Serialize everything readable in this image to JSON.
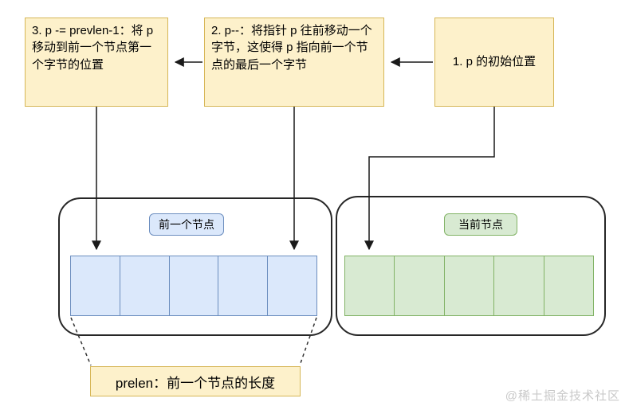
{
  "colors": {
    "note_fill": "#fdf1cb",
    "note_border": "#d6b656",
    "blue_fill": "#dbe8fb",
    "blue_border": "#6c8ebf",
    "green_fill": "#d8ead2",
    "green_border": "#82b366",
    "line": "#1a1a1a",
    "watermark": "#c9c9c9"
  },
  "steps": [
    {
      "id": "step-3",
      "text": "3. p -= prevlen-1：将 p 移动到前一个节点第一个字节的位置"
    },
    {
      "id": "step-2",
      "text": "2. p--：将指针 p 往前移动一个字节，这使得 p 指向前一个节点的最后一个字节"
    },
    {
      "id": "step-1",
      "text": "1. p 的初始位置"
    }
  ],
  "nodes": {
    "previous": {
      "label": "前一个节点",
      "cell_count": 5
    },
    "current": {
      "label": "当前节点",
      "cell_count": 5
    }
  },
  "callout": {
    "text": "prelen：前一个节点的长度"
  },
  "watermark": {
    "text": "@稀土掘金技术社区"
  }
}
